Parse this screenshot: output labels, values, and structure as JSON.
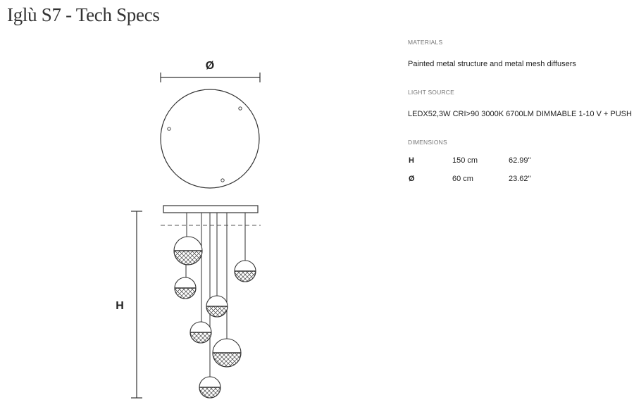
{
  "page_title": "Iglù S7 - Tech Specs",
  "drawing": {
    "diameter_symbol": "Ø",
    "height_symbol": "H"
  },
  "specs": {
    "materials": {
      "label": "MATERIALS",
      "value": "Painted metal structure and metal mesh diffusers"
    },
    "light_source": {
      "label": "LIGHT SOURCE",
      "value": "LEDX52,3W CRI>90 3000K 6700LM DIMMABLE 1-10 V + PUSH"
    },
    "dimensions": {
      "label": "DIMENSIONS",
      "rows": [
        {
          "key": "H",
          "metric": "150 cm",
          "imperial": "62.99''"
        },
        {
          "key": "Ø",
          "metric": "60 cm",
          "imperial": "23.62''"
        }
      ]
    }
  }
}
